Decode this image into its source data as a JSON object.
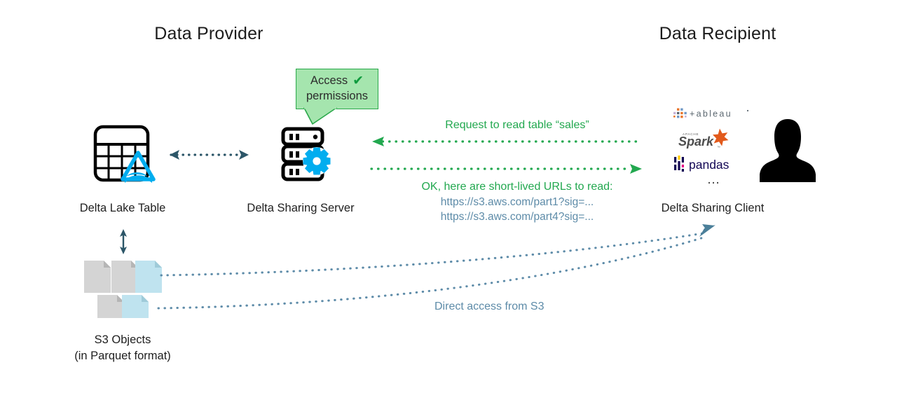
{
  "diagram": {
    "title_provider": "Data Provider",
    "title_recipient": "Data Recipient",
    "colors": {
      "green_text": "#22a84f",
      "green_fill": "#a5e5ae",
      "green_border": "#2aa84a",
      "steel_blue": "#5d8ba8",
      "dark_steel": "#2c5668",
      "delta_blue": "#00adef",
      "file_gray": "#d4d4d4",
      "file_blue": "#bfe3ef",
      "black": "#000000"
    },
    "callout": {
      "line1": "Access",
      "line2": "permissions",
      "check_glyph": "✔"
    },
    "nodes": {
      "delta_lake_table": {
        "caption": "Delta Lake Table",
        "icon": "delta-lake-table-icon"
      },
      "delta_sharing_server": {
        "caption": "Delta Sharing Server",
        "icon": "server-gear-icon"
      },
      "delta_sharing_client": {
        "caption": "Delta Sharing Client",
        "icon": "client-logos"
      },
      "s3_objects": {
        "caption_line1": "S3 Objects",
        "caption_line2": "(in Parquet format)",
        "icon": "document-stack-icon",
        "files": [
          {
            "color": "gray"
          },
          {
            "color": "gray"
          },
          {
            "color": "blue"
          },
          {
            "color": "gray"
          },
          {
            "color": "blue"
          }
        ]
      },
      "user": {
        "icon": "person-silhouette-icon"
      }
    },
    "client_logos": [
      {
        "name": "tableau-logo",
        "label": "tableau"
      },
      {
        "name": "apache-spark-logo",
        "label": "Spark",
        "sublabel": "APACHE"
      },
      {
        "name": "pandas-logo",
        "label": "pandas"
      },
      {
        "name": "more-logos-ellipsis",
        "label": "…"
      }
    ],
    "messages": {
      "request": "Request to read table “sales”",
      "response_header": "OK, here are short-lived URLs to read:",
      "response_urls": [
        "https://s3.aws.com/part1?sig=...",
        "https://s3.aws.com/part4?sig=..."
      ],
      "direct_access": "Direct access from S3"
    },
    "arrows": {
      "table_server_bidirectional": "bidirectional-dotted-arrow",
      "table_files_bidirectional": "vertical-bidirectional-arrow",
      "request_arrow": "leftward-dotted-arrow",
      "response_arrow": "rightward-dotted-arrow",
      "s3_direct_arrows": "curved-dotted-arrows"
    }
  }
}
